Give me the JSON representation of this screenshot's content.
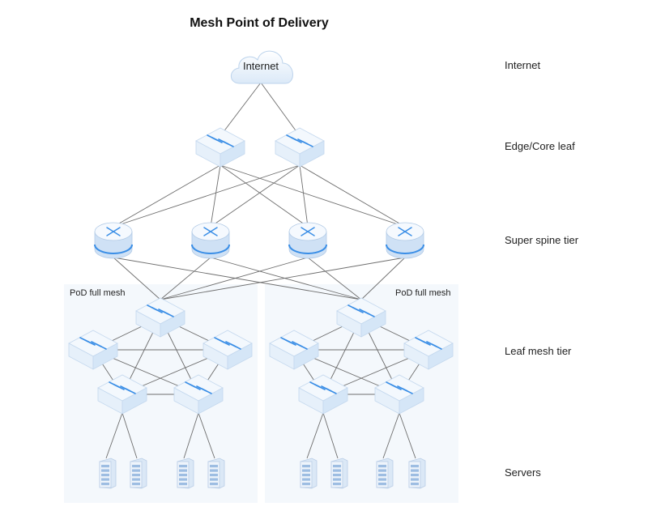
{
  "diagram": {
    "title": "Mesh Point of Delivery",
    "cloud": {
      "label": "Internet",
      "icon": "cloud-icon"
    },
    "tiers": {
      "internet": "Internet",
      "edge": "Edge/Core leaf",
      "spine": "Super spine tier",
      "leaf": "Leaf mesh tier",
      "servers": "Servers"
    },
    "pods": [
      {
        "label": "PoD full mesh"
      },
      {
        "label": "PoD full mesh"
      }
    ],
    "icons": {
      "switch": "switch-icon",
      "router": "router-icon",
      "server": "server-icon"
    },
    "colors": {
      "line": "#6e6e6e",
      "pod_background": "#f4f8fc",
      "switch_top": "#f3f8fd",
      "switch_side": "#d5e6f7",
      "router_body": "#cfe1f5",
      "accent": "#3a8ee6"
    }
  }
}
